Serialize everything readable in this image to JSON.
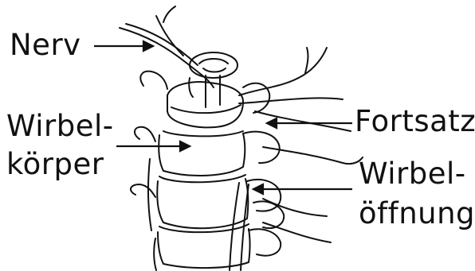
{
  "labels": {
    "nerv": "Nerv",
    "fortsatz": "Fortsatz",
    "wirbelkoerper_line1": "Wirbel-",
    "wirbelkoerper_line2": "körper",
    "wirbeloeffnung_line1": "Wirbel-",
    "wirbeloeffnung_line2": "öffnung"
  },
  "colors": {
    "ink": "#111111",
    "background": "#ffffff"
  }
}
